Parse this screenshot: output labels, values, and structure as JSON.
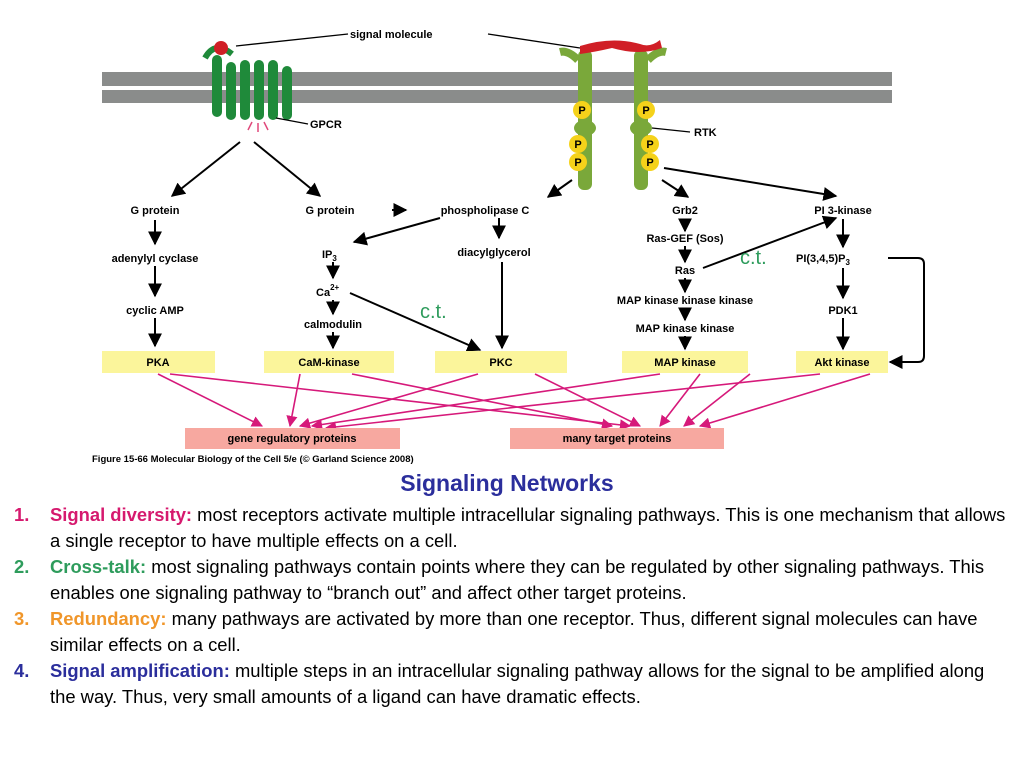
{
  "diagram": {
    "signal_molecule": "signal molecule",
    "gpcr": "GPCR",
    "rtk": "RTK",
    "phospho_label": "P",
    "g_protein_left": "G protein",
    "g_protein_right": "G protein",
    "phospholipase_c": "phospholipase C",
    "grb2": "Grb2",
    "pi3_kinase": "PI 3-kinase",
    "adenylyl_cyclase": "adenylyl cyclase",
    "cyclic_amp": "cyclic AMP",
    "ip3": "IP",
    "ip3_sub": "3",
    "ca": "Ca",
    "ca_sup": "2+",
    "calmodulin": "calmodulin",
    "diacylglycerol": "diacylglycerol",
    "ras_gef": "Ras-GEF (Sos)",
    "ras": "Ras",
    "mapkkk": "MAP kinase kinase kinase",
    "mapkk": "MAP kinase kinase",
    "pip3": "PI(3,4,5)P",
    "pip3_sub": "3",
    "pdk1": "PDK1",
    "pka": "PKA",
    "cam_kinase": "CaM-kinase",
    "pkc": "PKC",
    "map_kinase": "MAP kinase",
    "akt_kinase": "Akt kinase",
    "gene_regulatory": "gene regulatory proteins",
    "target_proteins": "many target proteins",
    "ct_left": "c.t.",
    "ct_right": "c.t.",
    "caption": "Figure 15-66  Molecular Biology of the Cell 5/e (© Garland Science 2008)"
  },
  "title": "Signaling Networks",
  "points": [
    {
      "num": "1.",
      "term": "Signal diversity:",
      "color": "#d6196e",
      "text": " most receptors activate multiple intracellular signaling pathways.  This is one mechanism that allows a single receptor to have multiple effects on a cell."
    },
    {
      "num": "2.",
      "term": "Cross-talk:",
      "color": "#2e9c5c",
      "text": "  most signaling pathways contain points where they can be regulated by other signaling pathways.  This enables one signaling pathway to “branch out” and affect other target proteins."
    },
    {
      "num": "3.",
      "term": "Redundancy:",
      "color": "#f0962a",
      "text": "  many pathways are activated by more than one receptor.  Thus, different signal molecules can have similar effects on a cell."
    },
    {
      "num": "4.",
      "term": "Signal amplification:",
      "color": "#2b2e9c",
      "text": "  multiple steps in an intracellular signaling pathway allows for the signal to be amplified along the way.  Thus, very small amounts of a ligand can have dramatic effects."
    }
  ],
  "colors": {
    "membrane": "#8a8c8b",
    "gpcr": "#1f8a3a",
    "rtk": "#7aa83a",
    "ligand": "#d01f26",
    "phospho": "#f5d21a",
    "kinase_box": "#fbf59b",
    "target_box": "#f7a8a0",
    "crosstalk_arrow": "#d6197a"
  }
}
